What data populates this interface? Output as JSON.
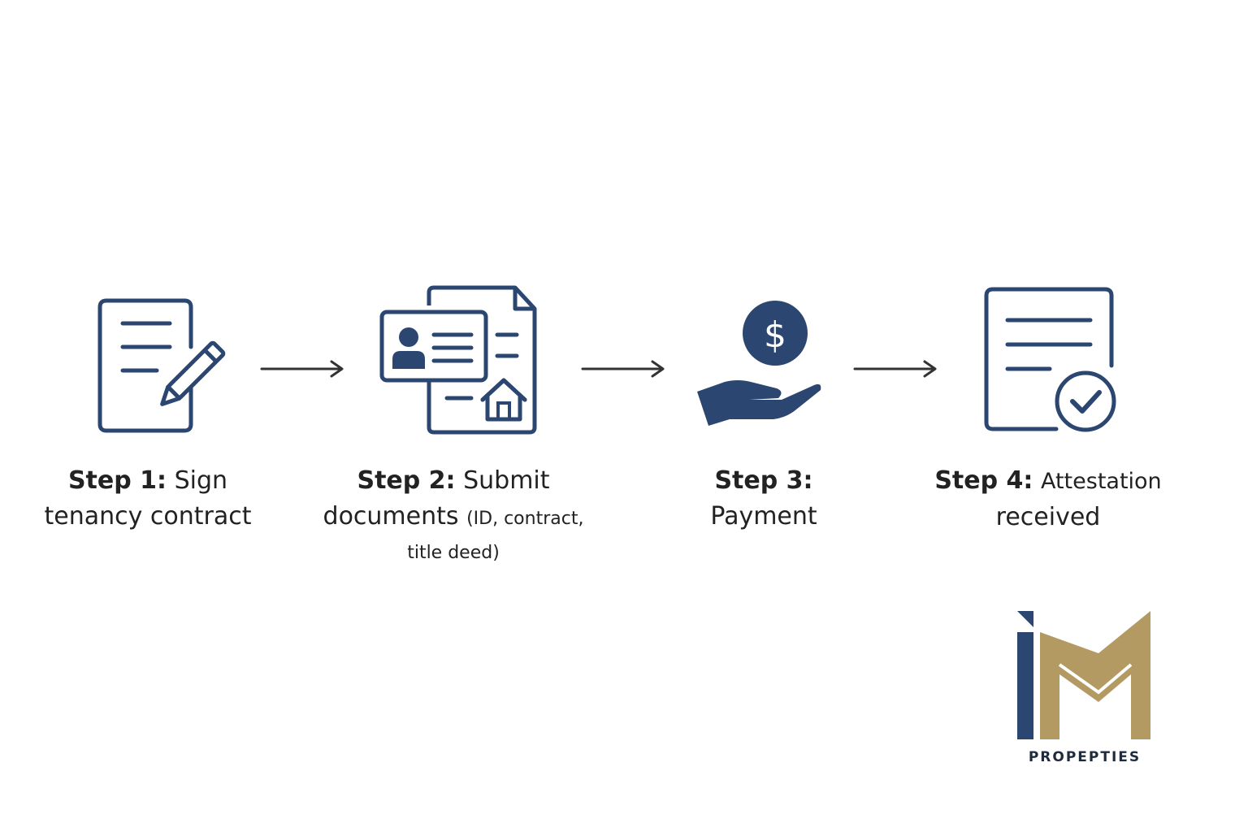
{
  "colors": {
    "primary": "#2b4670",
    "gold": "#b39a62",
    "text": "#222222",
    "arrow": "#333333"
  },
  "steps": [
    {
      "icon": "document-sign-icon",
      "prefix": "Step 1:",
      "text": "Sign",
      "line2": "tenancy contract"
    },
    {
      "icon": "id-documents-icon",
      "prefix": "Step 2:",
      "text": "Submit",
      "line2": "documents",
      "note": "(ID, contract,",
      "note2": "title deed)"
    },
    {
      "icon": "hand-payment-icon",
      "prefix": "Step 3:",
      "line2": "Payment"
    },
    {
      "icon": "document-check-icon",
      "prefix": "Step 4:",
      "text": "Attestation",
      "line2": "received"
    }
  ],
  "logo": {
    "text": "PROPEPTIES"
  }
}
